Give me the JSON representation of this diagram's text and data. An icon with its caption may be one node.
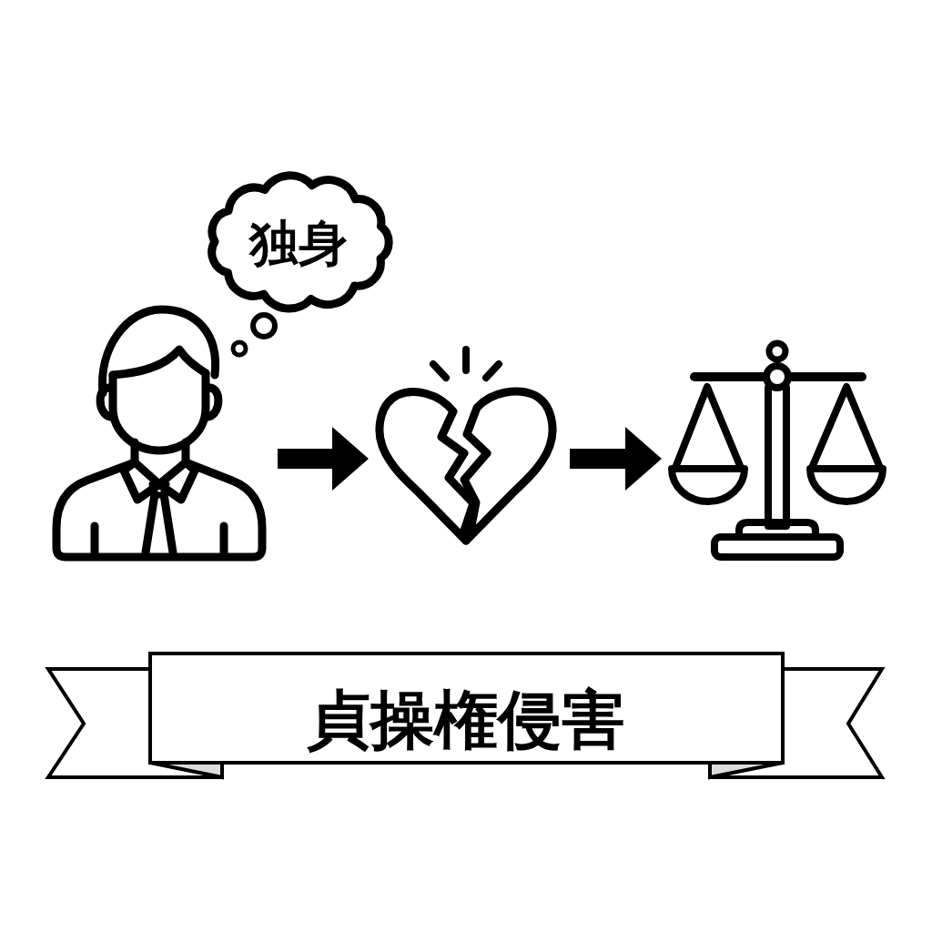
{
  "diagram": {
    "nodes": [
      {
        "text": [],
        "shape": "person"
      },
      {
        "text": [
          "独身"
        ]
      },
      {
        "text": [],
        "shape": "heart"
      },
      {
        "text": [],
        "shape": "scales"
      },
      {
        "text": [
          "貞操権侵害"
        ]
      }
    ],
    "edges": [
      {
        "from": 0,
        "to": 2,
        "arrow": "to"
      },
      {
        "from": 2,
        "to": 3,
        "arrow": "to"
      }
    ]
  }
}
